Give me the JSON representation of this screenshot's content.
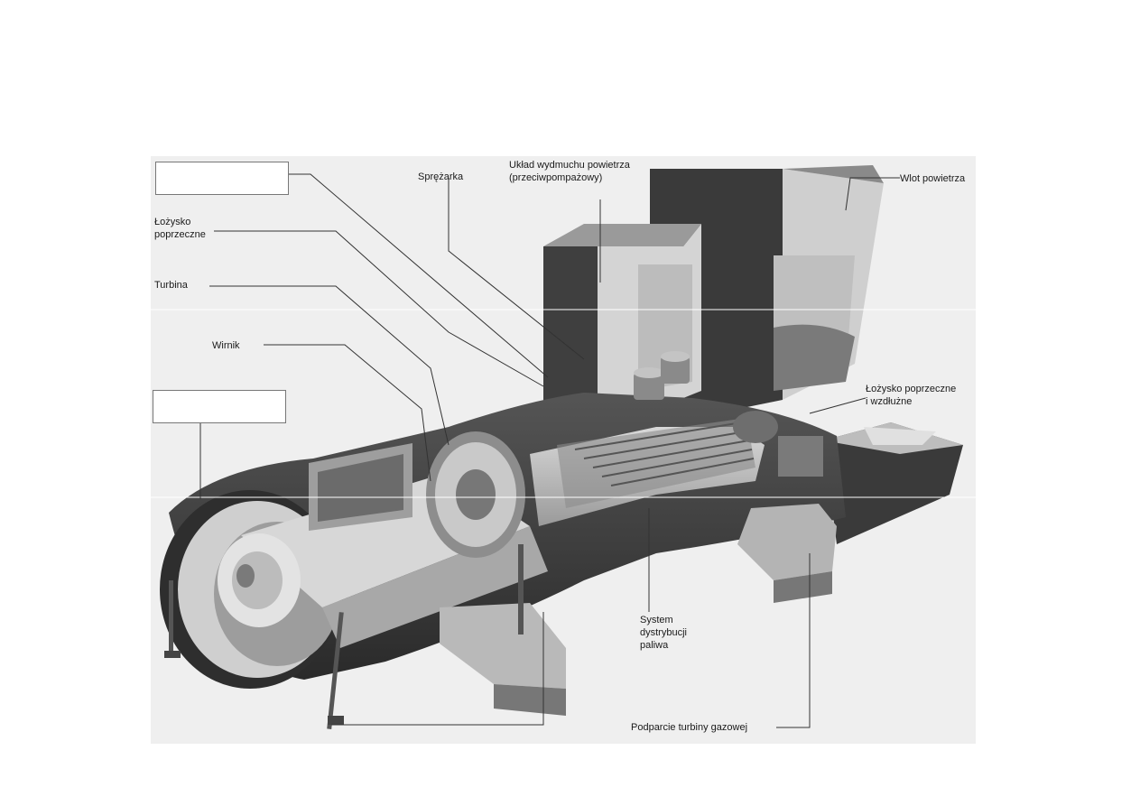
{
  "diagram": {
    "labels": {
      "compressor": "Sprężarka",
      "antisurge": "Układ wydmuchu powietrza\n(przeciwpompażowy)",
      "air_inlet": "Wlot powietrza",
      "radial_bearing": "Łożysko\npoprzeczne",
      "turbine": "Turbina",
      "rotor": "Wirnik",
      "radial_thrust_bearing": "Łożysko poprzeczne\ni wzdłużne",
      "fuel_system": "System\ndystrybucji\npaliwa",
      "turbine_support": "Podparcie turbiny gazowej"
    }
  }
}
